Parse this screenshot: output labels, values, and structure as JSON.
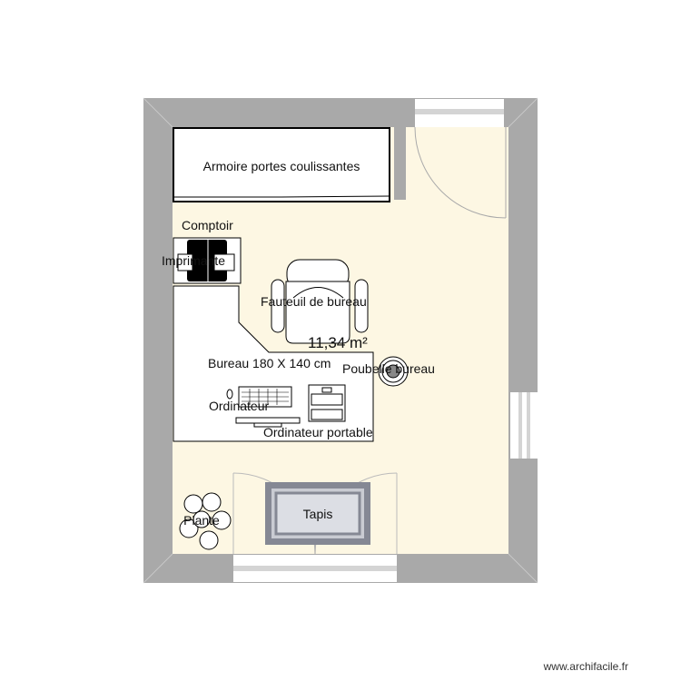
{
  "plan": {
    "area": "11,34 m²",
    "colors": {
      "wall": "#a9a9a9",
      "floor": "#fdf7e3",
      "rug_border": "#858894",
      "rug_inner": "#dcdee4"
    },
    "items": {
      "wardrobe": "Armoire portes coulissantes",
      "printer": "Imprimante",
      "printer_overlap": "Comptoir",
      "chair": "Fauteuil  de bureau",
      "desk": "Bureau 180 X 140 cm",
      "trash": "Poubelle bureau",
      "computer": "Ordinateur",
      "laptop": "Ordinateur portable",
      "rug": "Tapis",
      "plant": "Plante"
    }
  },
  "watermark": "www.archifacile.fr"
}
